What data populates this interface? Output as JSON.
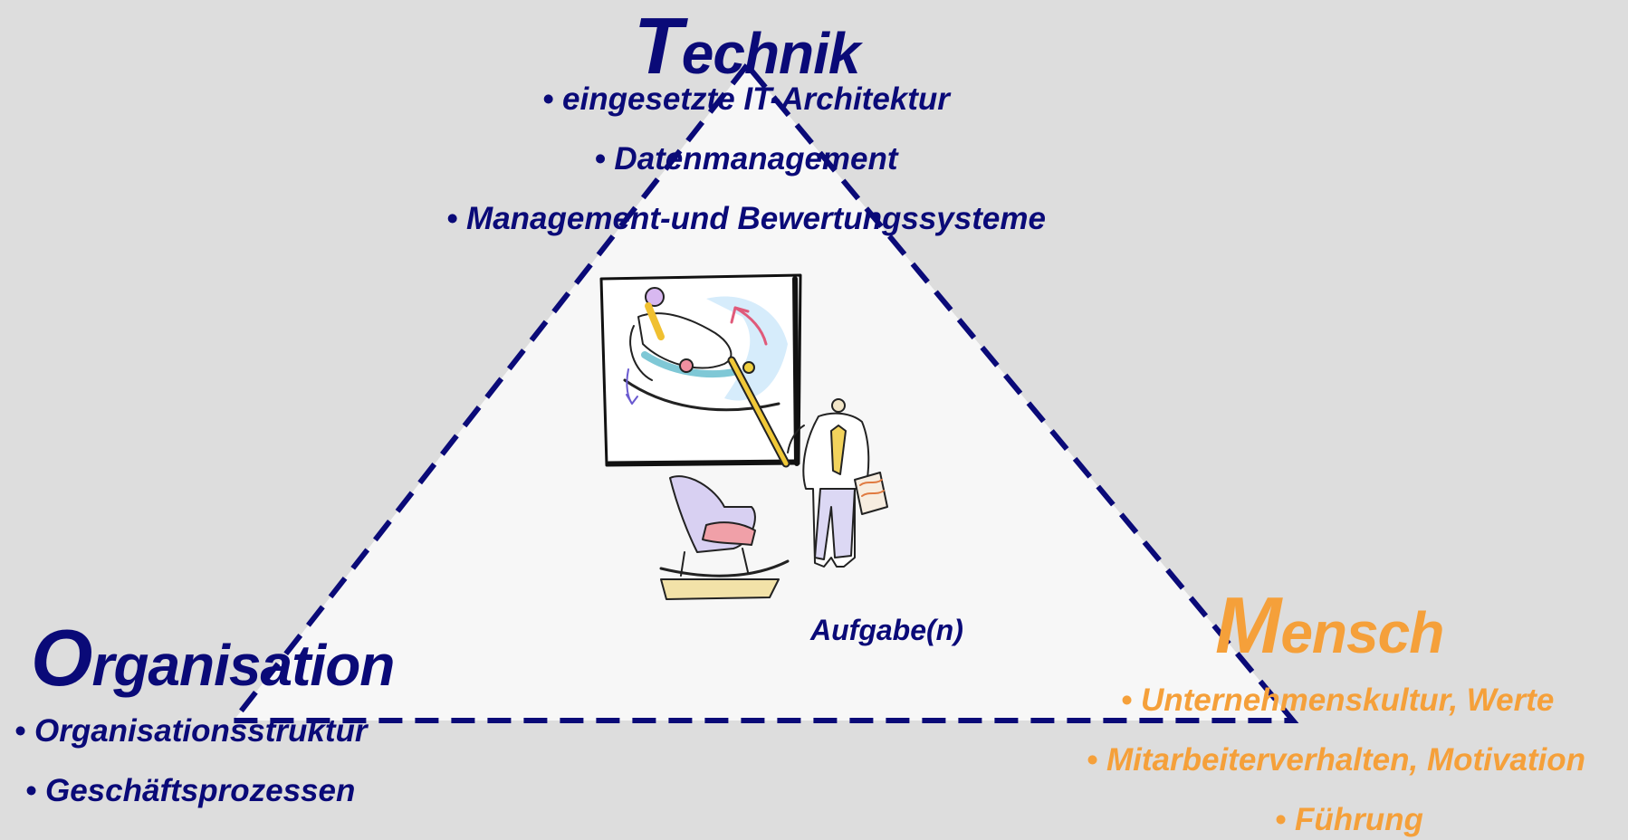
{
  "diagram": {
    "center_label": "Aufgabe(n)",
    "corners": {
      "technik": {
        "title_initial": "T",
        "title_rest": "echnik",
        "items": [
          "• eingesetzte IT-Architektur",
          "• Datenmanagement",
          "• Management-und Bewertungssysteme"
        ],
        "color": "#0a0a78"
      },
      "organisation": {
        "title_initial": "O",
        "title_rest": "rganisation",
        "items": [
          "• Organisationsstruktur",
          "• Geschäftsprozessen"
        ],
        "color": "#0a0a78"
      },
      "mensch": {
        "title_initial": "M",
        "title_rest": "ensch",
        "items": [
          "• Unternehmenskultur, Werte",
          "• Mitarbeiterverhalten, Motivation",
          "• Führung"
        ],
        "color": "#f5a03a"
      }
    },
    "triangle": {
      "fill": "#f7f7f7",
      "stroke": "#0a0a78",
      "style": "dashed"
    },
    "illustration": "presenter-with-rocking-chair-clipart"
  }
}
